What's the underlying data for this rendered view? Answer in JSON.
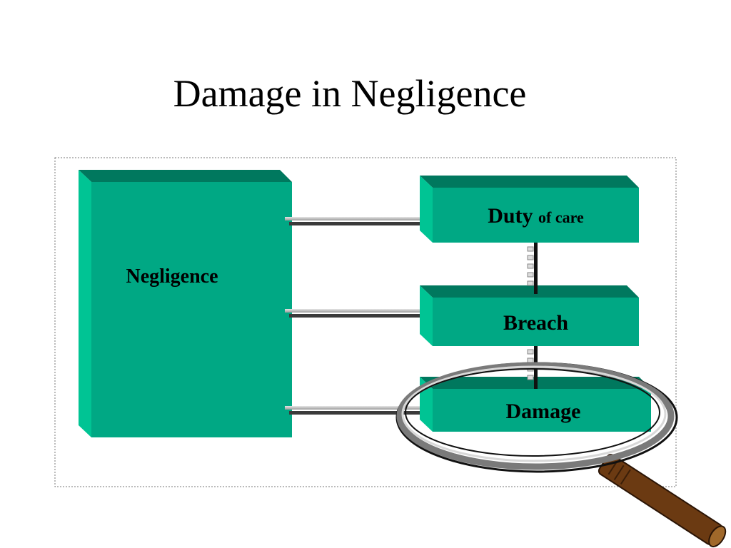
{
  "slide": {
    "title": "Damage in Negligence"
  },
  "diagram": {
    "main_box": {
      "label": "Negligence"
    },
    "elements": [
      {
        "label": "Duty",
        "suffix": "of care"
      },
      {
        "label": "Breach",
        "suffix": ""
      },
      {
        "label": "Damage",
        "suffix": ""
      }
    ]
  },
  "colors": {
    "box_front": "#00a884",
    "box_top": "#00785e",
    "box_side": "#00c494",
    "border_dotted": "#777777",
    "magnifier_handle": "#6b3a12"
  },
  "icons": {
    "magnifier": "magnifying-glass-icon"
  }
}
